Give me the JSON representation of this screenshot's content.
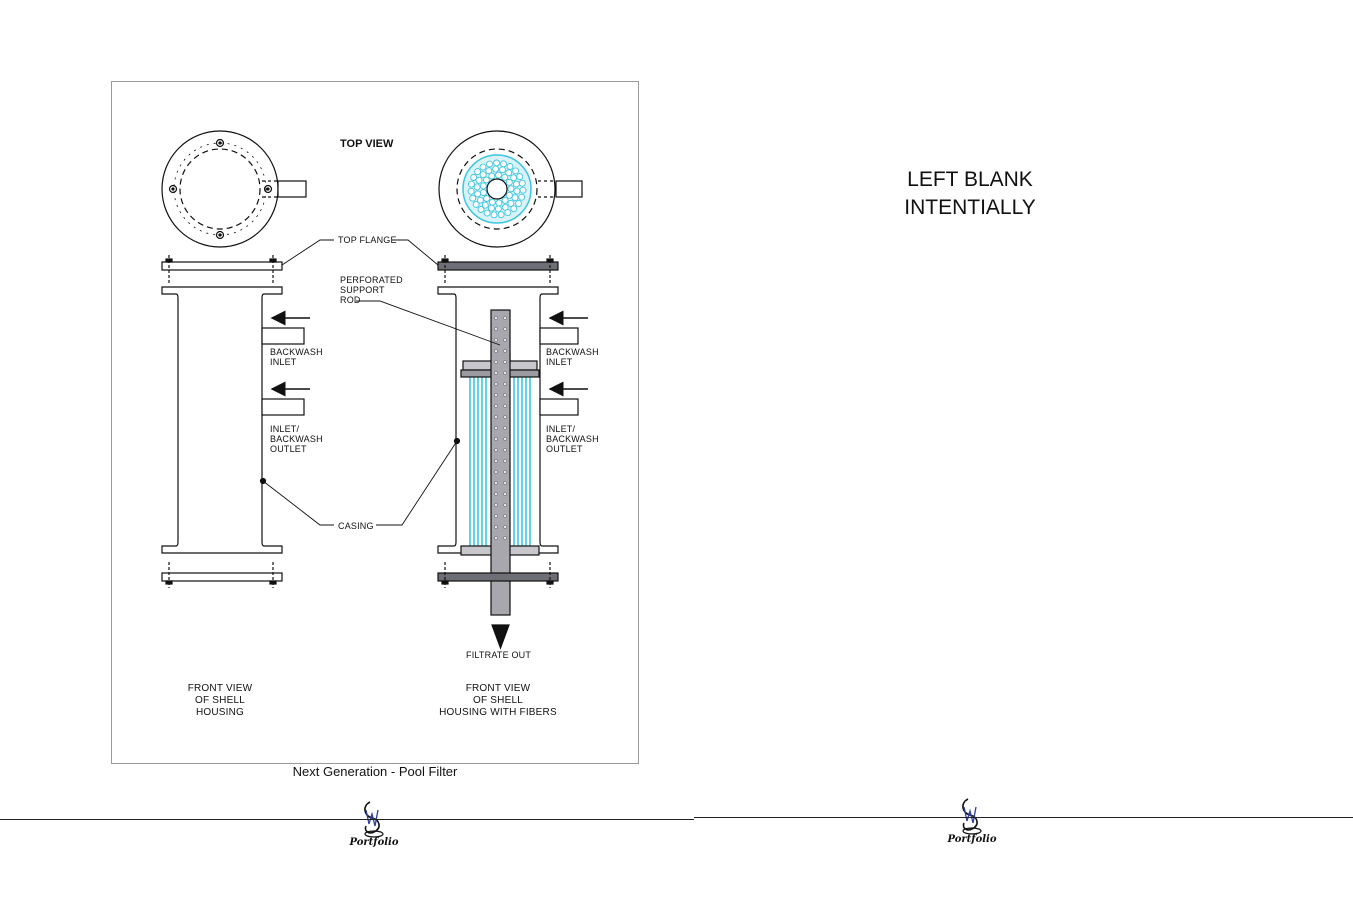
{
  "diagram": {
    "title_top_view": "TOP VIEW",
    "labels": {
      "top_flange": "TOP FLANGE",
      "perforated_support_rod": [
        "PERFORATED",
        "SUPPORT",
        "ROD"
      ],
      "backwash_inlet": [
        "BACKWASH",
        "INLET"
      ],
      "inlet_backwash_outlet": [
        "INLET/",
        "BACKWASH",
        "OUTLET"
      ],
      "casing": "CASING",
      "filtrate_out": "FILTRATE OUT"
    },
    "view_captions": {
      "left": [
        "FRONT VIEW",
        "OF SHELL",
        "HOUSING"
      ],
      "right": [
        "FRONT VIEW",
        "OF SHELL",
        "HOUSING WITH FIBERS"
      ]
    },
    "colors": {
      "fiber": "#3cc6e0",
      "flange_fill": "#6e6e76",
      "rod_fill": "#a7a7ad",
      "line": "#111111"
    }
  },
  "page_left": {
    "caption": "Next Generation - Pool Filter",
    "logo_text": "Portfolio"
  },
  "page_right": {
    "blank_line1": "LEFT BLANK",
    "blank_line2": "INTENTIALLY",
    "logo_text": "Portfolio"
  }
}
